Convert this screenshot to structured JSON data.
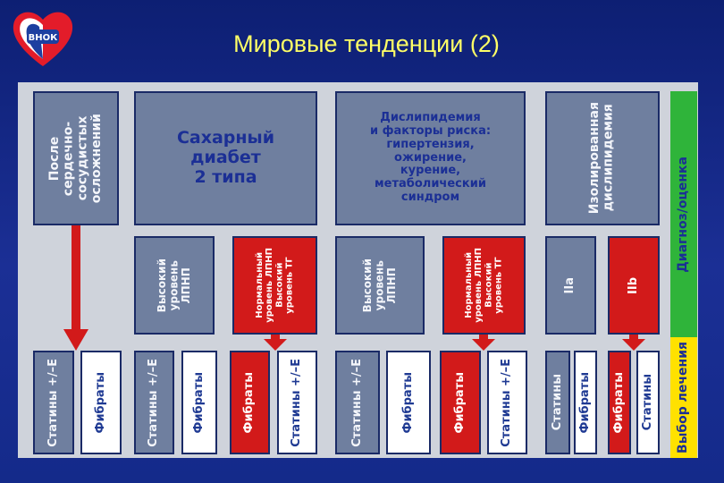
{
  "logo": {
    "text": "ВНОК"
  },
  "title": "Мировые тенденции (2)",
  "boxes": {
    "post_cv": "После\nсердечно-\nсосудистых\nосложнений",
    "diabetes": "Сахарный\nдиабет\n2 типа",
    "dyslipidemia_risk": "Дислипидемия\nи факторы риска:\nгипертензия,\nожирение,\nкурение,\nметаболический\nсиндром",
    "isolated": "Изолированная\nдислипидемия",
    "high_ldl_1": "Высокий\nуровень\nЛПНП",
    "normal_ldl_1": "Нормальный\nуровень ЛПНП\nВысокий\nуровень ТГ",
    "high_ldl_2": "Высокий\nуровень\nЛПНП",
    "normal_ldl_2": "Нормальный\nуровень ЛПНП\nВысокий\nуровень ТГ",
    "iia": "IIa",
    "iib": "IIb"
  },
  "treatments": [
    "Статины +/–Е",
    "Фибраты",
    "Статины +/–Е",
    "Фибраты",
    "Фибраты",
    "Статины +/–Е",
    "Статины +/–Е",
    "Фибраты",
    "Фибраты",
    "Статины +/–Е",
    "Статины",
    "Фибраты",
    "Фибраты",
    "Статины"
  ],
  "side": {
    "diagnosis": "Диагноз/оценка",
    "treatment_choice": "Выбор лечения"
  },
  "colors": {
    "accent": "#d21a1a",
    "gray_box": "#6f7f9f",
    "green": "#2fb43a",
    "yellow": "#ffe100",
    "title": "#ffff66"
  }
}
